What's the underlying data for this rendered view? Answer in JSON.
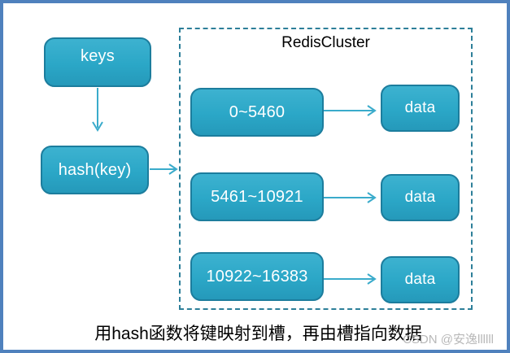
{
  "colors": {
    "frame_border": "#4f81bd",
    "box_fill": "#2ba7c7",
    "box_border": "#1c7d9d",
    "arrow": "#3aabcb",
    "cluster_border": "#2d7f99",
    "watermark": "#b8b8b8"
  },
  "flow": {
    "keys_label": "keys",
    "hash_label": "hash(key)"
  },
  "cluster": {
    "title": "RedisCluster",
    "slots": [
      {
        "range": "0~5460",
        "data_label": "data"
      },
      {
        "range": "5461~10921",
        "data_label": "data"
      },
      {
        "range": "10922~16383",
        "data_label": "data"
      }
    ]
  },
  "caption": "用hash函数将键映射到槽，再由槽指向数据",
  "watermark": "CSDN @安逸llllll"
}
